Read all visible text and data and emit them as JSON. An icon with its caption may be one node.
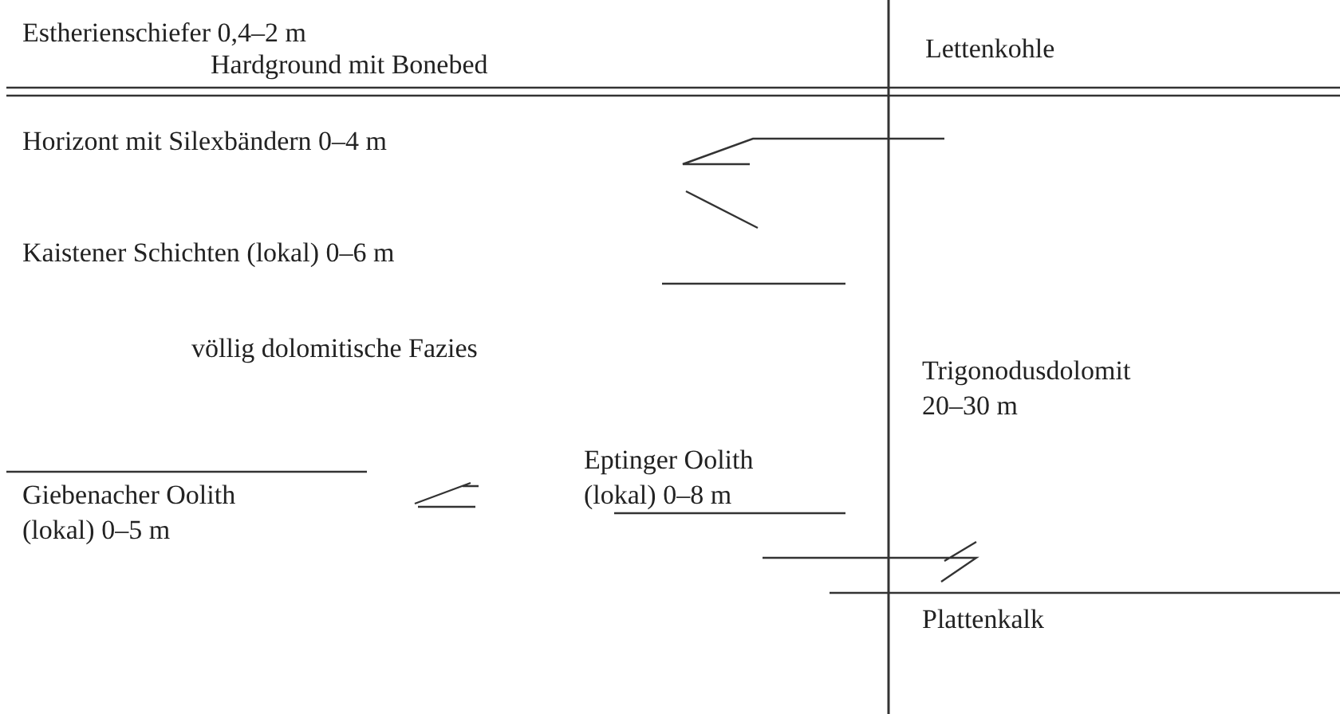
{
  "diagram": {
    "labels": [
      "Estherienschiefer 0,4–2 m",
      "Lettenkohle",
      "Hardground mit Bonebed",
      "Horizont mit Silexbändern 0–4 m",
      "Kaistener Schichten (lokal) 0–6 m",
      "Trigonodusdolomit 20–30 m",
      "völlig dolomitische Fazies",
      "Eptinger Oolith (lokal) 0–8 m",
      "Giebenacher Oolith (lokal) 0–5 m",
      "Plattenkalk"
    ]
  }
}
